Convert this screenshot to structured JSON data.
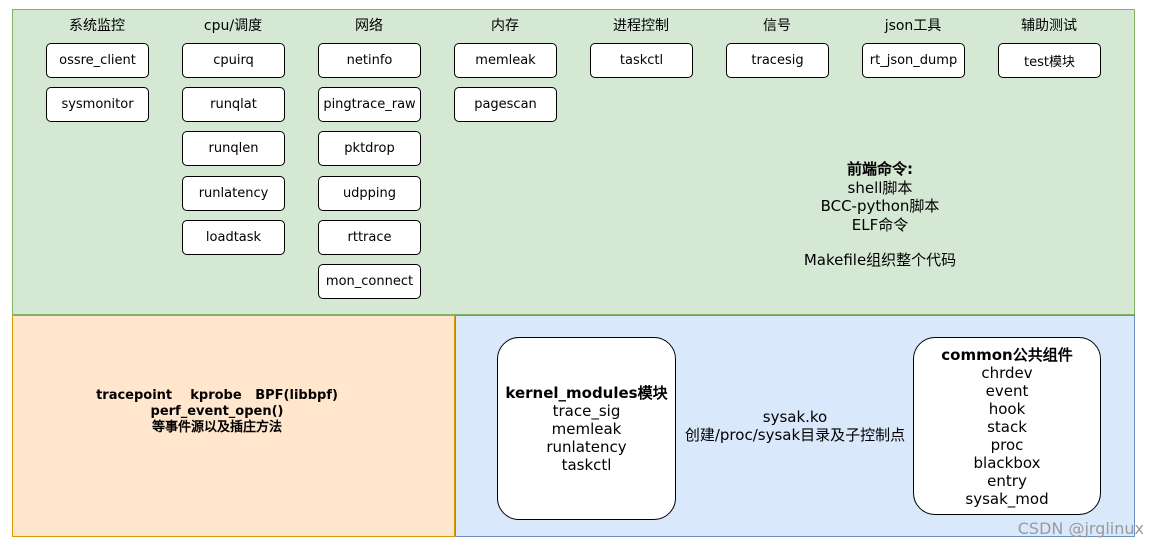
{
  "frontend": {
    "columns": [
      {
        "header": "系统监控",
        "items": [
          "ossre_client",
          "sysmonitor"
        ]
      },
      {
        "header": "cpu/调度",
        "items": [
          "cpuirq",
          "runqlat",
          "runqlen",
          "runlatency",
          "loadtask"
        ]
      },
      {
        "header": "网络",
        "items": [
          "netinfo",
          "pingtrace_raw",
          "pktdrop",
          "udpping",
          "rttrace",
          "mon_connect"
        ]
      },
      {
        "header": "内存",
        "items": [
          "memleak",
          "pagescan"
        ]
      },
      {
        "header": "进程控制",
        "items": [
          "taskctl"
        ]
      },
      {
        "header": "信号",
        "items": [
          "tracesig"
        ]
      },
      {
        "header": "json工具",
        "items": [
          "rt_json_dump"
        ]
      },
      {
        "header": "辅助测试",
        "items": [
          "test模块"
        ]
      }
    ],
    "notes": {
      "title": "前端命令:",
      "line1": "shell脚本",
      "line2": "BCC-python脚本",
      "line3": "ELF命令",
      "line4": "Makefile组织整个代码"
    }
  },
  "mechanisms": {
    "line1": "tracepoint    kprobe   BPF(libbpf)",
    "line2": "perf_event_open()",
    "line3": "等事件源以及插庄方法"
  },
  "kernel_modules": {
    "title": "kernel_modules模块",
    "items": [
      "trace_sig",
      "memleak",
      "runlatency",
      "taskctl"
    ]
  },
  "sysak_ko": {
    "line1": "sysak.ko",
    "line2": "创建/proc/sysak目录及子控制点"
  },
  "common": {
    "title": "common公共组件",
    "items": [
      "chrdev",
      "event",
      "hook",
      "stack",
      "proc",
      "blackbox",
      "entry",
      "sysak_mod"
    ]
  },
  "watermark": "CSDN @jrglinux",
  "colors": {
    "frontend_fill": "#d5e8d4",
    "mechanism_fill": "#ffe6cc",
    "kernel_fill": "#dae8fc"
  }
}
